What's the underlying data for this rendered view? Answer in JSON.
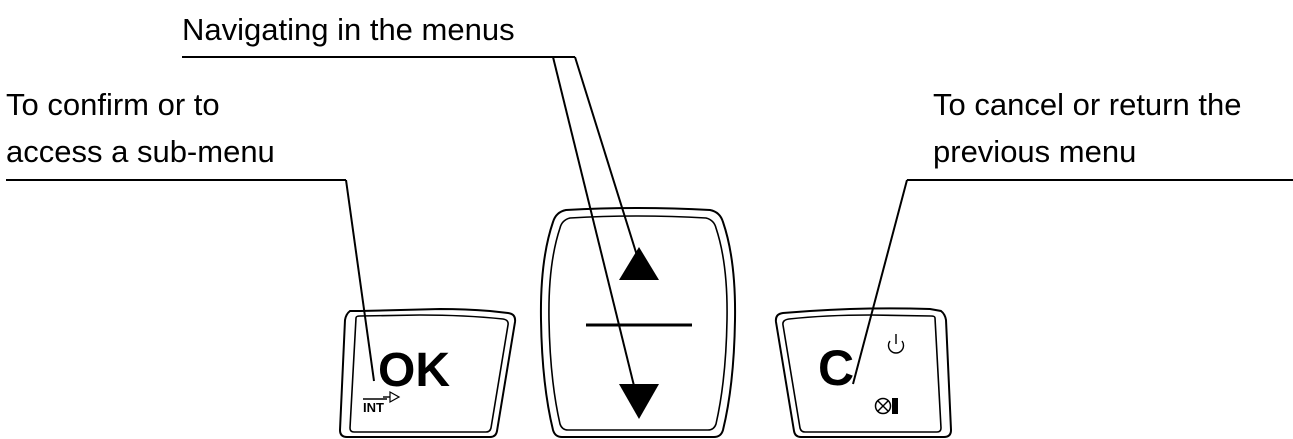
{
  "callouts": {
    "navigate": {
      "line1": "Navigating in the menus"
    },
    "confirm": {
      "line1": "To confirm or to",
      "line2": "access a sub-menu"
    },
    "cancel": {
      "line1": "To cancel or return the",
      "line2": "previous menu"
    }
  },
  "keys": {
    "ok": {
      "label": "OK",
      "sub_label": "INT"
    },
    "cancel": {
      "label": "C"
    },
    "nav": {
      "up_icon": "up-triangle-icon",
      "down_icon": "down-triangle-icon"
    }
  },
  "icons": {
    "power": "power-icon",
    "mute": "mute-icon",
    "arrow": "right-arrow-icon"
  },
  "colors": {
    "line": "#000000",
    "background": "#ffffff"
  }
}
